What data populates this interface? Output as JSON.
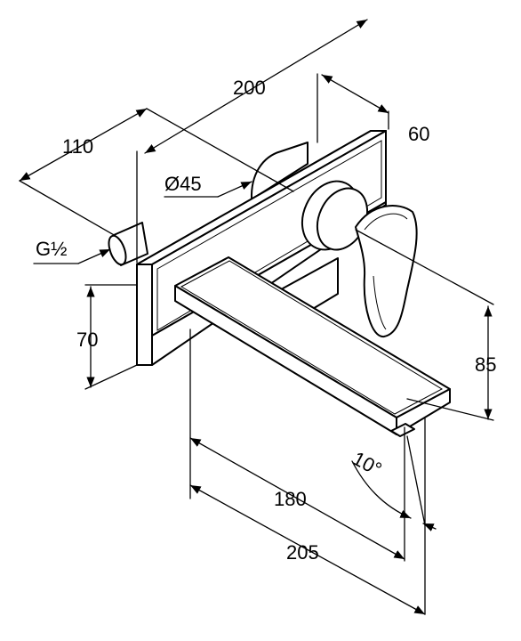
{
  "colors": {
    "line": "#000000",
    "background": "#ffffff"
  },
  "dimensions": {
    "d200": "200",
    "d60": "60",
    "d110": "110",
    "d45": "Ø45",
    "thread": "G½",
    "d70": "70",
    "d85": "85",
    "angle": "10°",
    "d180": "180",
    "d205": "205"
  }
}
